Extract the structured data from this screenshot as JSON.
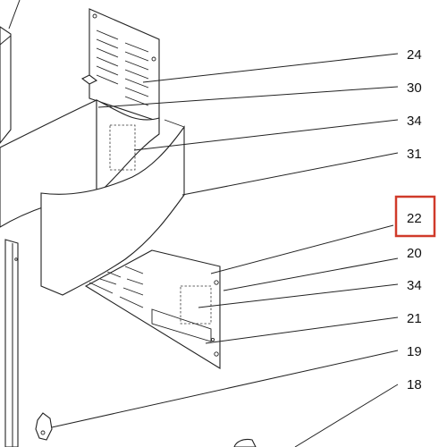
{
  "diagram": {
    "callouts": [
      {
        "id": "c24",
        "text": "24"
      },
      {
        "id": "c30",
        "text": "30"
      },
      {
        "id": "c34a",
        "text": "34"
      },
      {
        "id": "c31",
        "text": "31"
      },
      {
        "id": "c22",
        "text": "22",
        "highlighted": true
      },
      {
        "id": "c20",
        "text": "20"
      },
      {
        "id": "c34b",
        "text": "34"
      },
      {
        "id": "c21",
        "text": "21"
      },
      {
        "id": "c19",
        "text": "19"
      },
      {
        "id": "c18",
        "text": "18"
      }
    ],
    "highlight_color": "#d03a2a",
    "line_color": "#222222"
  }
}
